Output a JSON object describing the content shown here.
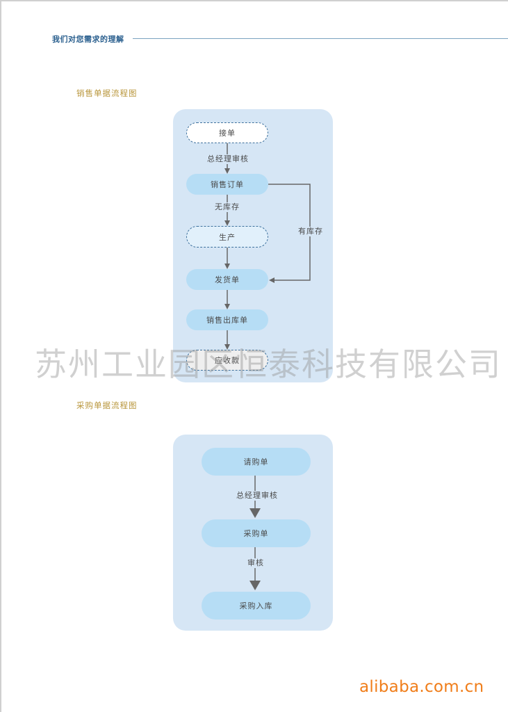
{
  "header": {
    "title": "我们对您需求的理解"
  },
  "sales_flow": {
    "title": "销售单据流程图",
    "nodes": {
      "receive_order": "接单",
      "sales_order": "销售订单",
      "production": "生产",
      "delivery_note": "发货单",
      "sales_outbound": "销售出库单",
      "receivables": "应收款"
    },
    "edge_labels": {
      "gm_review": "总经理审核",
      "no_stock": "无库存",
      "in_stock": "有库存"
    }
  },
  "purchase_flow": {
    "title": "采购单据流程图",
    "nodes": {
      "purchase_request": "请购单",
      "purchase_order": "采购单",
      "purchase_inbound": "采购入库"
    },
    "edge_labels": {
      "gm_review": "总经理审核",
      "review": "审核"
    }
  },
  "watermark": "苏州工业园区恒泰科技有限公司",
  "footer": {
    "brand": "alibaba.com.cn"
  },
  "colors": {
    "panel": "#d6e6f5",
    "node": "#b6ddf5",
    "section_title": "#b8953a",
    "header": "#2a5f8e",
    "brand": "#f07d19"
  }
}
